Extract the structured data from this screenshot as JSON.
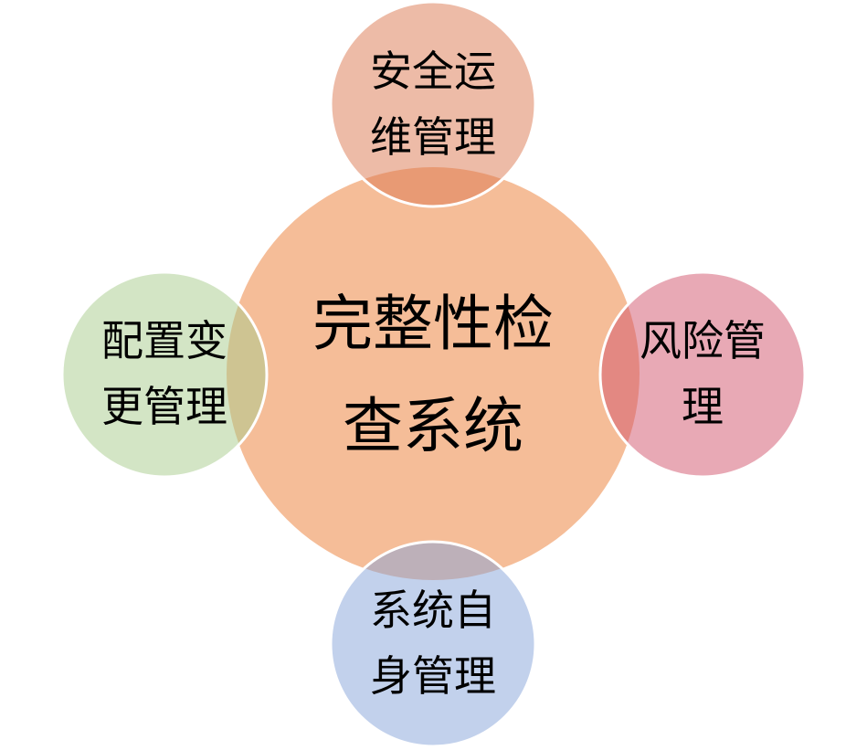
{
  "diagram": {
    "type": "radial-venn",
    "center": {
      "lines": [
        "完整性检",
        "查系统"
      ],
      "color": "#F5BD98"
    },
    "nodes": [
      {
        "id": "top",
        "lines": [
          "安全运",
          "维管理"
        ],
        "color": "#DC7850"
      },
      {
        "id": "left",
        "lines": [
          "配置变",
          "更管理"
        ],
        "color": "#A7CB8B"
      },
      {
        "id": "right",
        "lines": [
          "风险管",
          "理"
        ],
        "color": "#D1536B"
      },
      {
        "id": "bottom",
        "lines": [
          "系统自",
          "身管理"
        ],
        "color": "#85A3D9"
      }
    ]
  }
}
